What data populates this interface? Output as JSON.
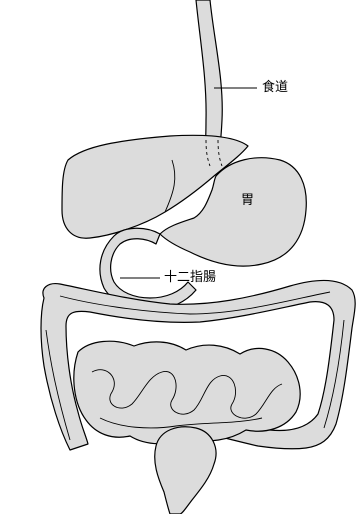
{
  "labels": {
    "esophagus": "食道",
    "stomach": "胃",
    "duodenum": "十二指腸"
  },
  "colors": {
    "organ_fill": "#dcdcdc",
    "outline": "#000000",
    "background": "#ffffff"
  }
}
